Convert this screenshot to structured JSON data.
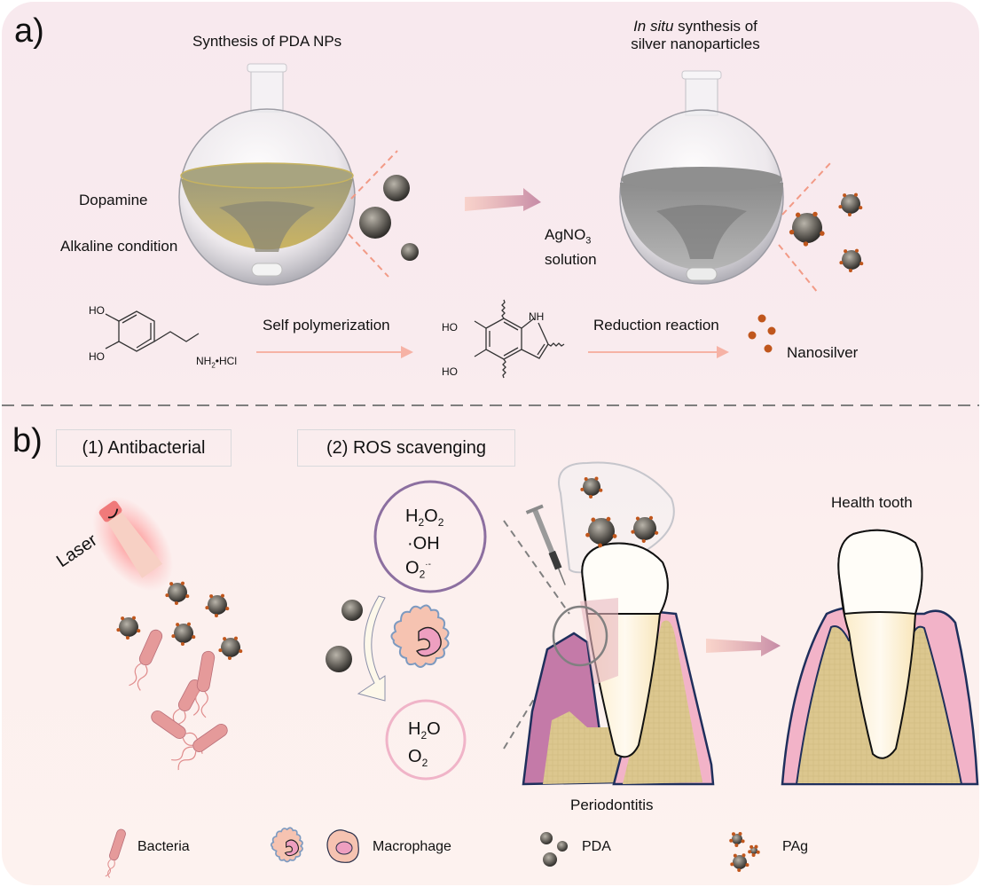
{
  "panel_a": {
    "label": "a)",
    "title_left": "Synthesis of PDA NPs",
    "title_right_italic": "In situ",
    "title_right_rest": " synthesis of",
    "title_right_line2": "silver nanoparticles",
    "dopamine_label": "Dopamine",
    "alkaline_label": "Alkaline condition",
    "agno3_label": "AgNO",
    "agno3_sub": "3",
    "solution_label": "solution",
    "reaction1_label": "Self polymerization",
    "reaction2_label": "Reduction reaction",
    "dopamine_formula_ho1": "HO",
    "dopamine_formula_ho2": "HO",
    "dopamine_formula_amine": "NH",
    "dopamine_formula_amine_sub": "2",
    "dopamine_formula_salt": "•HCl",
    "pda_formula_ho1": "HO",
    "pda_formula_ho2": "HO",
    "pda_formula_nh": "NH",
    "product_label": "Nanosilver",
    "colors": {
      "pda_liquid": "#b8a55a",
      "ag_liquid": "#8f8f8f",
      "nanosilver": "#c0561c",
      "arrow": "#f5b5a8"
    }
  },
  "panel_b": {
    "label": "b)",
    "box1": "(1) Antibacterial",
    "box2": "(2) ROS scavenging",
    "laser_label": "Laser",
    "ros_h2o2": "H",
    "ros_lines": [
      "H2O2",
      "·OH",
      "O2·-"
    ],
    "product_lines": [
      "H2O",
      "O2"
    ],
    "periodontitis_label": "Periodontitis",
    "healthy_label": "Health tooth",
    "colors": {
      "ros_circle": "#8c6fa0",
      "product_circle": "#f0b4c8",
      "gum": "#f2b3c8",
      "bone": "#d9c48c",
      "inflamed": "#c47aa8",
      "outline": "#1f2f5c"
    }
  },
  "legend": {
    "items": [
      {
        "label": "Bacteria"
      },
      {
        "label": "Macrophage"
      },
      {
        "label": "PDA"
      },
      {
        "label": "PAg"
      }
    ]
  }
}
